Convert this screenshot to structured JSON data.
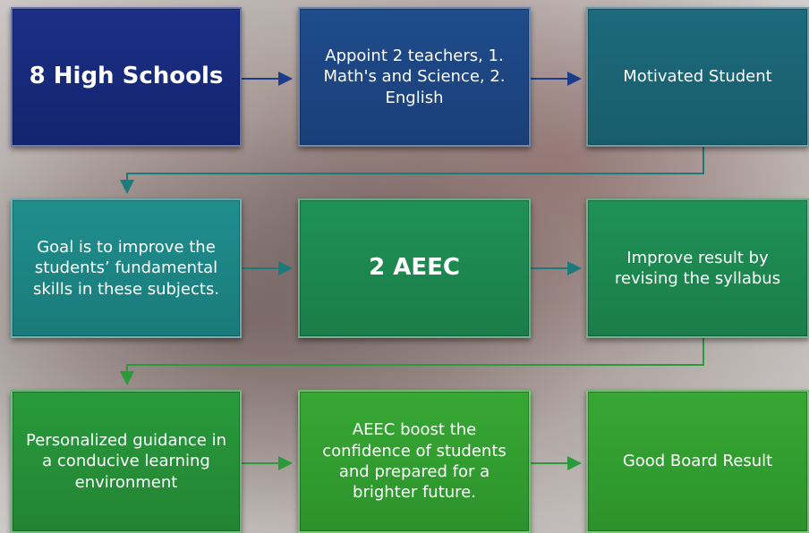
{
  "boxes": [
    {
      "id": "high-schools",
      "text": "8 High Schools",
      "color": "#1b2f86"
    },
    {
      "id": "appoint-teachers",
      "text": "Appoint 2 teachers, 1. Math's and Science, 2. English",
      "color": "#1f4c8c"
    },
    {
      "id": "motivated-student",
      "text": "Motivated Student",
      "color": "#1c6a7c"
    },
    {
      "id": "goal",
      "text": "Goal is to improve the students’ fundamental skills in these subjects.",
      "color": "#1f8f8e"
    },
    {
      "id": "aeec",
      "text": "2 AEEC",
      "color": "#1f9256"
    },
    {
      "id": "improve-result",
      "text": "Improve result by revising the syllabus",
      "color": "#1f9256"
    },
    {
      "id": "personalized-guidance",
      "text": "Personalized guidance in a conducive learning environment",
      "color": "#299a3c"
    },
    {
      "id": "aeec-boost",
      "text": "AEEC boost the confidence of students and prepared for a brighter future.",
      "color": "#37a834"
    },
    {
      "id": "good-board-result",
      "text": "Good Board Result",
      "color": "#37a834"
    }
  ]
}
